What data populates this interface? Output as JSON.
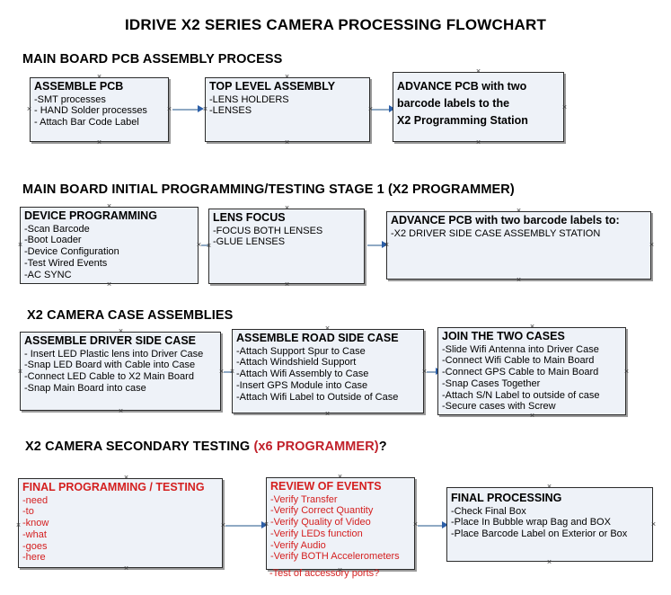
{
  "document": {
    "title": "IDRIVE X2  SERIES CAMERA PROCESSING FLOWCHART"
  },
  "colors": {
    "box_fill": "#eef2f8",
    "box_border": "#2b2b2b",
    "box_shadow": "#9a9a9a",
    "connector": "#8fa9c4",
    "arrowhead": "#2c5fa8",
    "red_text": "#d41f1f",
    "heading_red": "#c0202a",
    "text": "#000000"
  },
  "sections": [
    {
      "heading": "MAIN BOARD PCB ASSEMBLY PROCESS",
      "heading_suffix_red": "",
      "heading_suffix_black": "",
      "boxes": [
        {
          "title": "ASSEMBLE PCB",
          "items": [
            "-SMT processes",
            "- HAND Solder processes",
            "- Attach Bar Code Label"
          ]
        },
        {
          "title": "TOP LEVEL ASSEMBLY",
          "items": [
            "-LENS HOLDERS",
            "-LENSES"
          ]
        },
        {
          "title": "ADVANCE PCB with two",
          "items": [
            "barcode labels to the",
            " X2 Programming Station"
          ]
        }
      ]
    },
    {
      "heading": "MAIN BOARD INITIAL PROGRAMMING/TESTING STAGE 1 (X2 PROGRAMMER)",
      "heading_suffix_red": "",
      "heading_suffix_black": "",
      "boxes": [
        {
          "title": "DEVICE PROGRAMMING",
          "items": [
            "-Scan Barcode",
            "-Boot Loader",
            "-Device Configuration",
            "-Test Wired Events",
            "-AC SYNC"
          ]
        },
        {
          "title": "LENS FOCUS",
          "items": [
            "-FOCUS BOTH LENSES",
            "-GLUE LENSES"
          ]
        },
        {
          "title": "ADVANCE PCB with two barcode labels to:",
          "items": [
            "-X2 DRIVER  SIDE  CASE  ASSEMBLY STATION"
          ]
        }
      ]
    },
    {
      "heading": "X2 CAMERA CASE ASSEMBLIES",
      "heading_suffix_red": "",
      "heading_suffix_black": "",
      "boxes": [
        {
          "title": "ASSEMBLE DRIVER SIDE CASE",
          "items": [
            "- Insert LED Plastic lens into Driver Case",
            "-Snap LED Board with Cable into Case",
            "-Connect LED Cable to X2 Main Board",
            "-Snap Main Board into case"
          ]
        },
        {
          "title": "ASSEMBLE ROAD SIDE CASE",
          "items": [
            "-Attach Support Spur to Case",
            "-Attach Windshield Support",
            "-Attach Wifi Assembly to Case",
            "-Insert GPS Module into Case",
            "-Attach Wifi Label to Outside of Case"
          ]
        },
        {
          "title": "JOIN THE TWO CASES",
          "items": [
            "-Slide Wifi Antenna into Driver Case",
            "-Connect Wifi Cable to Main Board",
            "-Connect GPS Cable to Main Board",
            "-Snap Cases Together",
            "-Attach S/N Label to outside of case",
            "-Secure cases with Screw"
          ]
        }
      ]
    },
    {
      "heading": "X2 CAMERA SECONDARY TESTING ",
      "heading_suffix_red": "(x6 PROGRAMMER)",
      "heading_suffix_black": "?",
      "boxes": [
        {
          "title": "FINAL PROGRAMMING / TESTING",
          "items": [
            "-need",
            "-to",
            "-know",
            "-what",
            "-goes",
            "-here"
          ]
        },
        {
          "title": "REVIEW OF EVENTS",
          "items": [
            "-Verify Transfer",
            "-Verify Correct Quantity",
            "-Verify Quality of Video",
            "-Verify LEDs function",
            "-Verify Audio",
            "-Verify BOTH Accelerometers"
          ],
          "overflow_item": "-Test of accessory ports?"
        },
        {
          "title": "FINAL PROCESSING",
          "items": [
            " -Check Final Box",
            "-Place In Bubble wrap Bag and BOX",
            "-Place Barcode Label on Exterior or Box"
          ]
        }
      ]
    }
  ]
}
